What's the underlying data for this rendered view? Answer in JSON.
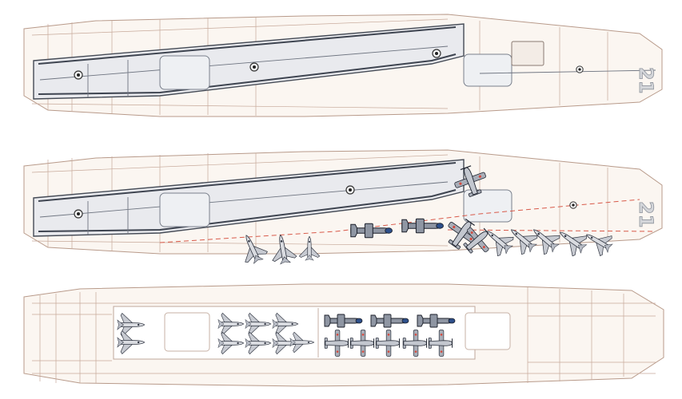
{
  "drawing": {
    "hull_number": "21",
    "views": [
      {
        "id": "flight-deck-empty",
        "label": ""
      },
      {
        "id": "flight-deck-with-aircraft",
        "label": ""
      },
      {
        "id": "hangar-deck",
        "label": ""
      }
    ]
  },
  "colors": {
    "hull_line": "#b89a8a",
    "deck_fill": "#e9eaee",
    "runway_line": "#3e4450",
    "red_guide": "#d85a4a",
    "aircraft": "#2f3440",
    "folded_aircraft_nose": "#2d4f8a"
  },
  "icons": {
    "jet": "delta-wing-jet-icon",
    "prop": "propeller-aircraft-icon",
    "folded": "folded-wing-aircraft-icon"
  }
}
